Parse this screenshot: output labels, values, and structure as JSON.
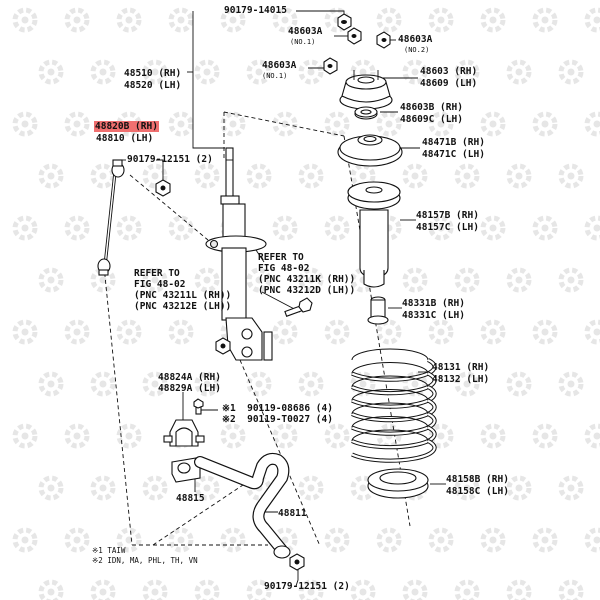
{
  "labels": {
    "bolt_top": "90179-14015",
    "nut_48603a_1": "48603A",
    "nut_48603a_1_sub": "(NO.1)",
    "nut_48603a_2": "48603A",
    "nut_48603a_2_sub": "(NO.2)",
    "nut_48603a_3": "48603A",
    "nut_48603a_3_sub": "(NO.1)",
    "absorber_rh": "48510 (RH)",
    "absorber_lh": "48520 (LH)",
    "support_rh": "48603 (RH)",
    "support_lh": "48609 (LH)",
    "stab_link_rh": "48820B (RH)",
    "stab_link_lh": "48810 (LH)",
    "bearing_rh": "48603B (RH)",
    "bearing_lh": "48609C (LH)",
    "link_nut": "90179-12151 (2)",
    "seat_upper_rh": "48471B (RH)",
    "seat_upper_lh": "48471C (LH)",
    "boot_rh": "48157B (RH)",
    "boot_lh": "48157C (LH)",
    "refer1_title": "REFER TO",
    "refer1_fig": "FIG 48-02",
    "refer1_pnc1": "(PNC 43211K (RH))",
    "refer1_pnc2": "(PNC 43212D (LH))",
    "refer2_title": "REFER TO",
    "refer2_fig": "FIG 48-02",
    "refer2_pnc1": "(PNC 43211L (RH))",
    "refer2_pnc2": "(PNC 43212E (LH))",
    "bumper_rh": "48331B (RH)",
    "bumper_lh": "48331C (LH)",
    "spring_rh": "48131 (RH)",
    "spring_lh": "48132 (LH)",
    "bracket_rh": "48824A (RH)",
    "bracket_lh": "48829A (LH)",
    "bolt1": "※1  90119-08686 (4)",
    "bolt2": "※2  90119-T0027 (4)",
    "seat_lower_rh": "48158B (RH)",
    "seat_lower_lh": "48158C (LH)",
    "bushing": "48815",
    "stab_bar": "48811",
    "bottom_nut": "90179-12151 (2)",
    "note1": "※1 TAIW",
    "note2": "※2 IDN, MA, PHL, TH, VN"
  },
  "colors": {
    "highlight": "#f07070",
    "watermark": "#e6e6e6",
    "line": "#111111"
  }
}
